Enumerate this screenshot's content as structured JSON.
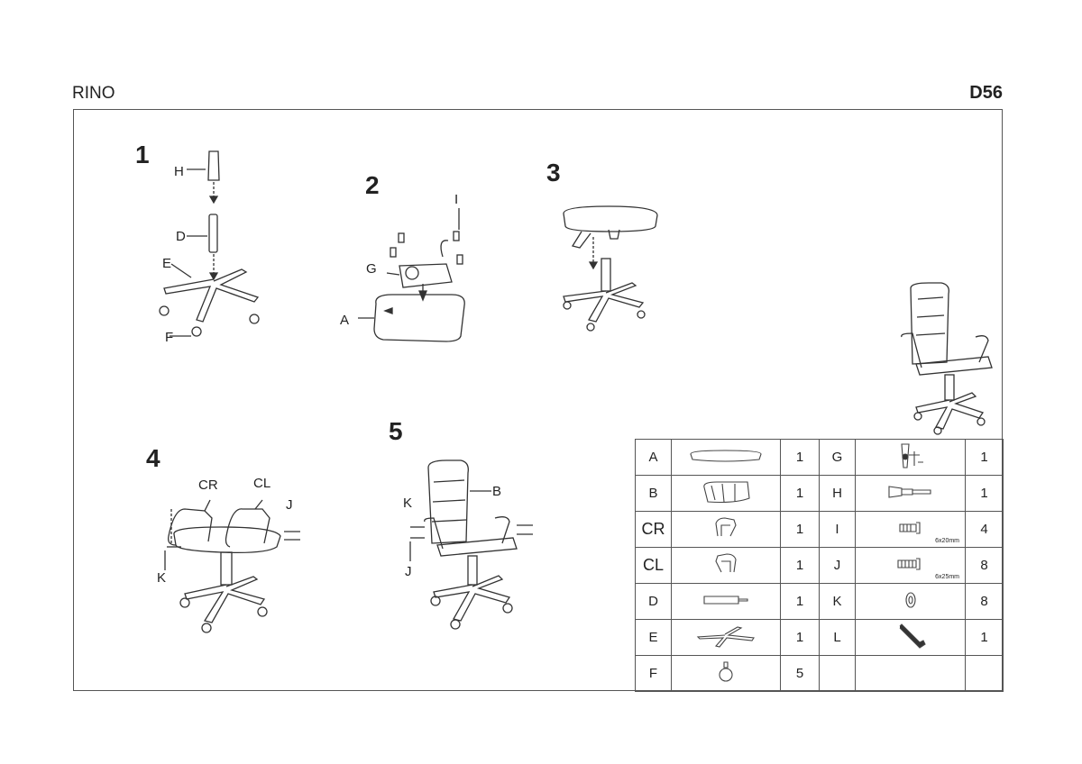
{
  "header": {
    "model": "RINO",
    "code": "D56"
  },
  "steps": [
    {
      "number": "1",
      "labels": [
        "H",
        "D",
        "E",
        "F"
      ]
    },
    {
      "number": "2",
      "labels": [
        "I",
        "G",
        "A"
      ]
    },
    {
      "number": "3",
      "labels": []
    },
    {
      "number": "4",
      "labels": [
        "CR",
        "CL",
        "J",
        "K"
      ]
    },
    {
      "number": "5",
      "labels": [
        "K",
        "B",
        "J"
      ]
    }
  ],
  "parts": [
    {
      "left": {
        "letter": "A",
        "icon": "seat-icon",
        "qty": "1"
      },
      "right": {
        "letter": "G",
        "icon": "mechanism-icon",
        "qty": "1"
      }
    },
    {
      "left": {
        "letter": "B",
        "icon": "backrest-icon",
        "qty": "1"
      },
      "right": {
        "letter": "H",
        "icon": "gas-lift-cover-icon",
        "qty": "1"
      }
    },
    {
      "left": {
        "letter": "CR",
        "icon": "right-armrest-icon",
        "qty": "1"
      },
      "right": {
        "letter": "I",
        "icon": "screw-icon",
        "qty": "4",
        "size": "6x20mm"
      }
    },
    {
      "left": {
        "letter": "CL",
        "icon": "left-armrest-icon",
        "qty": "1"
      },
      "right": {
        "letter": "J",
        "icon": "screw-icon",
        "qty": "8",
        "size": "6x25mm"
      }
    },
    {
      "left": {
        "letter": "D",
        "icon": "gas-lift-icon",
        "qty": "1"
      },
      "right": {
        "letter": "K",
        "icon": "washer-icon",
        "qty": "8"
      }
    },
    {
      "left": {
        "letter": "E",
        "icon": "star-base-icon",
        "qty": "1"
      },
      "right": {
        "letter": "L",
        "icon": "allen-key-icon",
        "qty": "1"
      }
    },
    {
      "left": {
        "letter": "F",
        "icon": "caster-icon",
        "qty": "5"
      },
      "right": {
        "letter": "",
        "icon": "",
        "qty": ""
      }
    }
  ]
}
